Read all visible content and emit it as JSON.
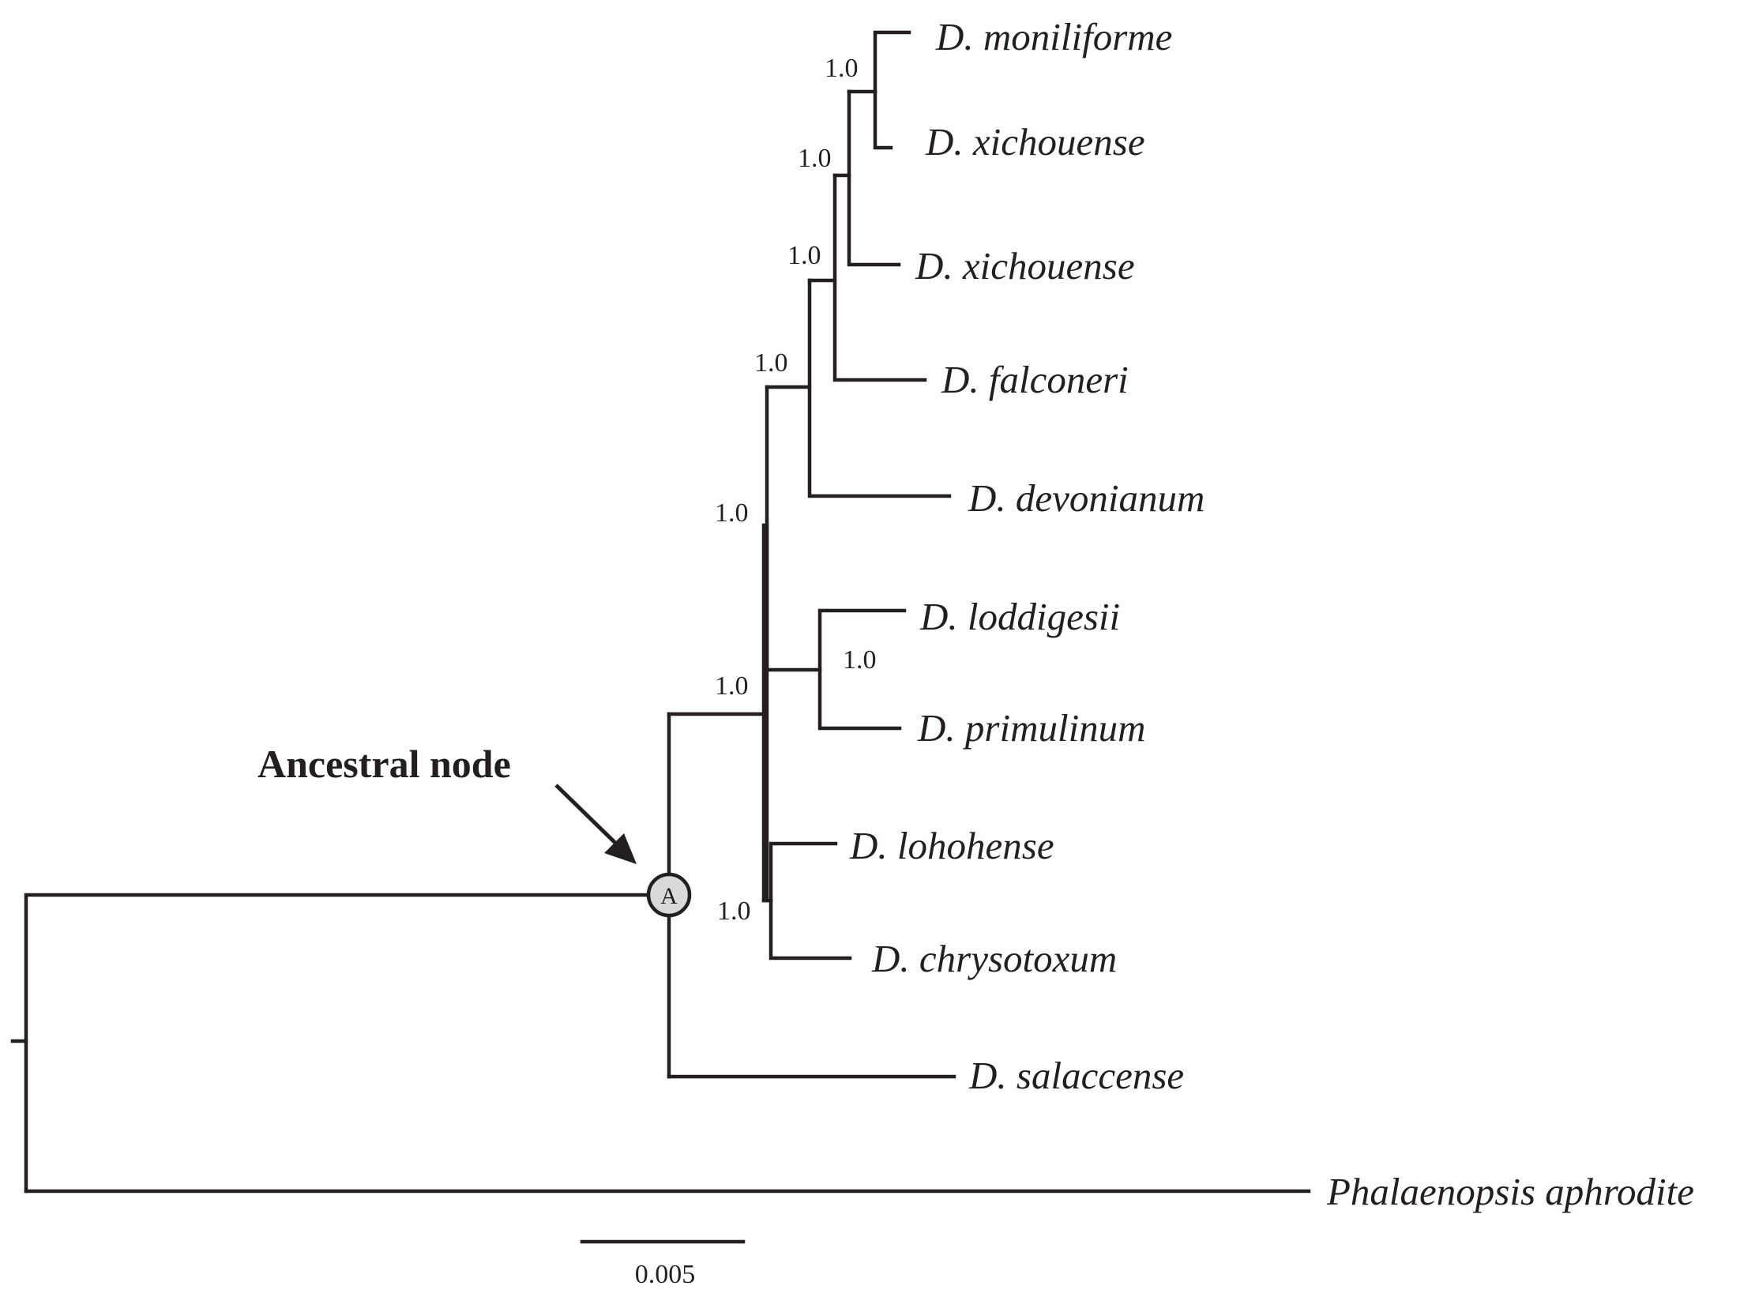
{
  "tree": {
    "root_tick": {},
    "taxa": [
      {
        "id": "moniliforme",
        "label": "D. moniliforme"
      },
      {
        "id": "xichouense1",
        "label": "D. xichouense"
      },
      {
        "id": "xichouense2",
        "label": "D. xichouense"
      },
      {
        "id": "falconeri",
        "label": "D. falconeri"
      },
      {
        "id": "devonianum",
        "label": "D. devonianum"
      },
      {
        "id": "loddigesii",
        "label": "D. loddigesii"
      },
      {
        "id": "primulinum",
        "label": "D. primulinum"
      },
      {
        "id": "lohohense",
        "label": "D. lohohense"
      },
      {
        "id": "chrysotoxum",
        "label": "D. chrysotoxum"
      },
      {
        "id": "salaccense",
        "label": "D. salaccense"
      },
      {
        "id": "phalaenopsis",
        "label": "Phalaenopsis aphrodite"
      }
    ],
    "support_values": [
      {
        "node": "moniliforme-xichouense1",
        "value": "1.0"
      },
      {
        "node": "plus-xichouense2",
        "value": "1.0"
      },
      {
        "node": "plus-falconeri",
        "value": "1.0"
      },
      {
        "node": "plus-devonianum",
        "value": "1.0"
      },
      {
        "node": "loddigesii-primulinum-parent",
        "value": "1.0"
      },
      {
        "node": "loddigesii-primulinum",
        "value": "1.0"
      },
      {
        "node": "ingroup-crown",
        "value": "1.0"
      },
      {
        "node": "lohohense-chrysotoxum",
        "value": "1.0"
      }
    ],
    "ancestral_node": {
      "letter": "A",
      "annotation": "Ancestral node",
      "fill_color": "#d9d9d9"
    },
    "scale_bar": {
      "label": "0.005",
      "length": 0.005
    }
  },
  "colors": {
    "line": "#231f20",
    "background": "#ffffff"
  }
}
